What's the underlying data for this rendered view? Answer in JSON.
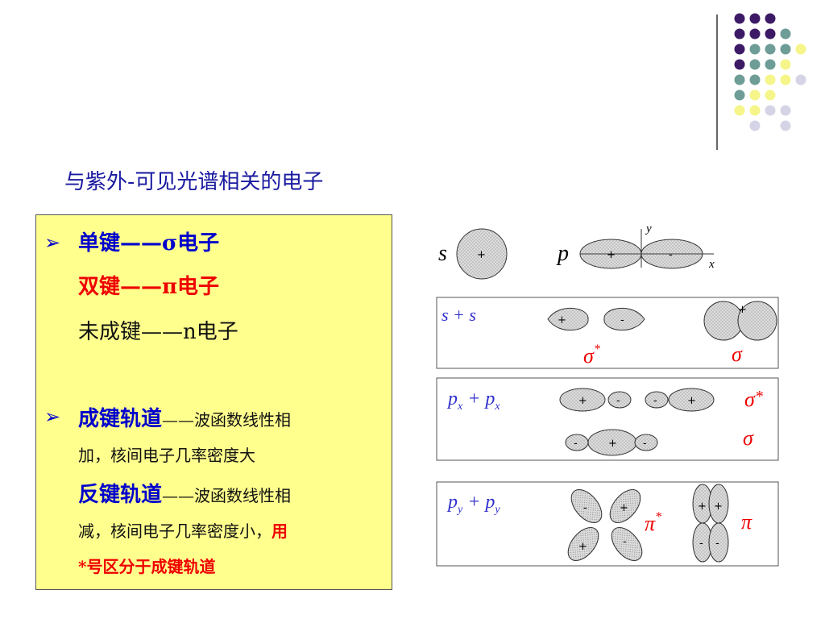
{
  "title": "与紫外-可见光谱相关的电子",
  "panel": {
    "bullet1": "➢",
    "line1": "单键——σ电子",
    "line2": "双键——π电子",
    "line3": "未成键——n电子",
    "bullet2": "➢",
    "bonding_head": "成键轨道",
    "bonding_dash": "——波函数线性相",
    "bonding_cont": "加，核间电子几率密度大",
    "anti_head": "反键轨道",
    "anti_dash": "——波函数线性相",
    "anti_cont": "减，核间电子几率密度小，",
    "anti_red": "用",
    "anti_last": "*号区分于成键轨道"
  },
  "diagram": {
    "orbital_s": "s",
    "orbital_p": "p",
    "axis_x": "x",
    "axis_y": "y",
    "plus": "+",
    "minus": "-",
    "ss_label": "s + s",
    "pxpx_label_p1": "p",
    "pxpx_sub": "x",
    "pypy_sub": "y",
    "plus_join": " + ",
    "sigma_star": "σ",
    "sigma": "σ",
    "pi_star": "π",
    "pi": "π",
    "star": "*"
  },
  "colors": {
    "title": "#1a1aa0",
    "panel_bg": "#ffff8e",
    "blue": "#0000cc",
    "red": "#ee0000",
    "lobe_fill": "#d8d8d8",
    "deco_purple": "#3d1a66",
    "deco_teal": "#6e9c96",
    "deco_yellow": "#f5f58a",
    "deco_lavender": "#d4d4e6"
  }
}
